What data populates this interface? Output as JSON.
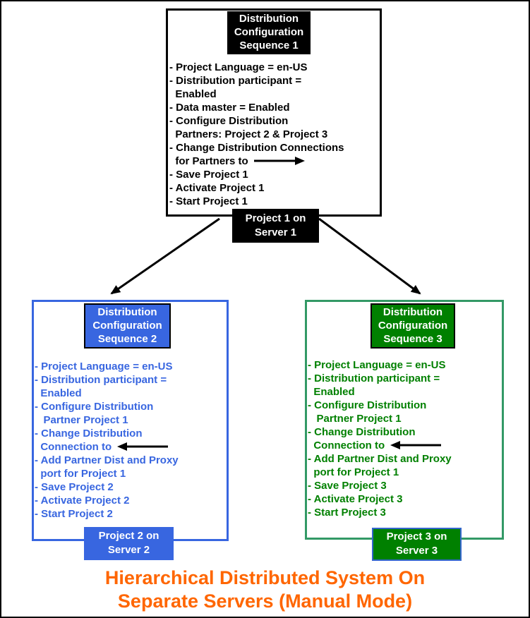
{
  "title": "Hierarchical Distributed System On\nSeparate Servers (Manual Mode)",
  "box1": {
    "header": "Distribution\nConfiguration\nSequence 1",
    "items": [
      "- Project Language = en-US",
      "- Distribution participant =",
      "  Enabled",
      "- Data master = Enabled",
      "- Configure Distribution",
      "  Partners: Project 2 & Project 3",
      "- Change Distribution Connections",
      "  for Partners to",
      "- Save Project 1",
      "- Activate Project 1",
      "- Start Project 1"
    ],
    "label": "Project 1 on\nServer 1"
  },
  "box2": {
    "header": "Distribution\nConfiguration\nSequence 2",
    "items": [
      "- Project Language = en-US",
      "- Distribution participant =",
      "  Enabled",
      "- Configure Distribution",
      "   Partner Project 1",
      "- Change Distribution",
      "  Connection to",
      "- Add Partner Dist and Proxy",
      "  port for Project 1",
      "- Save Project 2",
      "- Activate Project 2",
      "- Start Project 2"
    ],
    "label": "Project 2 on\nServer 2"
  },
  "box3": {
    "header": "Distribution\nConfiguration\nSequence 3",
    "items": [
      "- Project Language = en-US",
      "- Distribution participant =",
      "  Enabled",
      "- Configure Distribution",
      "   Partner Project 1",
      "- Change Distribution",
      "  Connection to",
      "- Add Partner Dist and Proxy",
      "  port for Project 1",
      "- Save Project 3",
      "- Activate Project 3",
      "- Start Project 3"
    ],
    "label": "Project 3 on\nServer 3"
  },
  "icons": {
    "right_arrow": "→",
    "left_arrow": "←",
    "connector_left": "↙",
    "connector_right": "↘"
  },
  "colors": {
    "sequence1_accent": "#000000",
    "sequence2_accent": "#3866E0",
    "sequence3_fill": "#008000",
    "sequence3_box_border": "#339966",
    "sequence3_label_border": "#3366CC",
    "title_text": "#FF6600",
    "header_text": "#FFFFFF",
    "background": "#FFFFFF"
  }
}
